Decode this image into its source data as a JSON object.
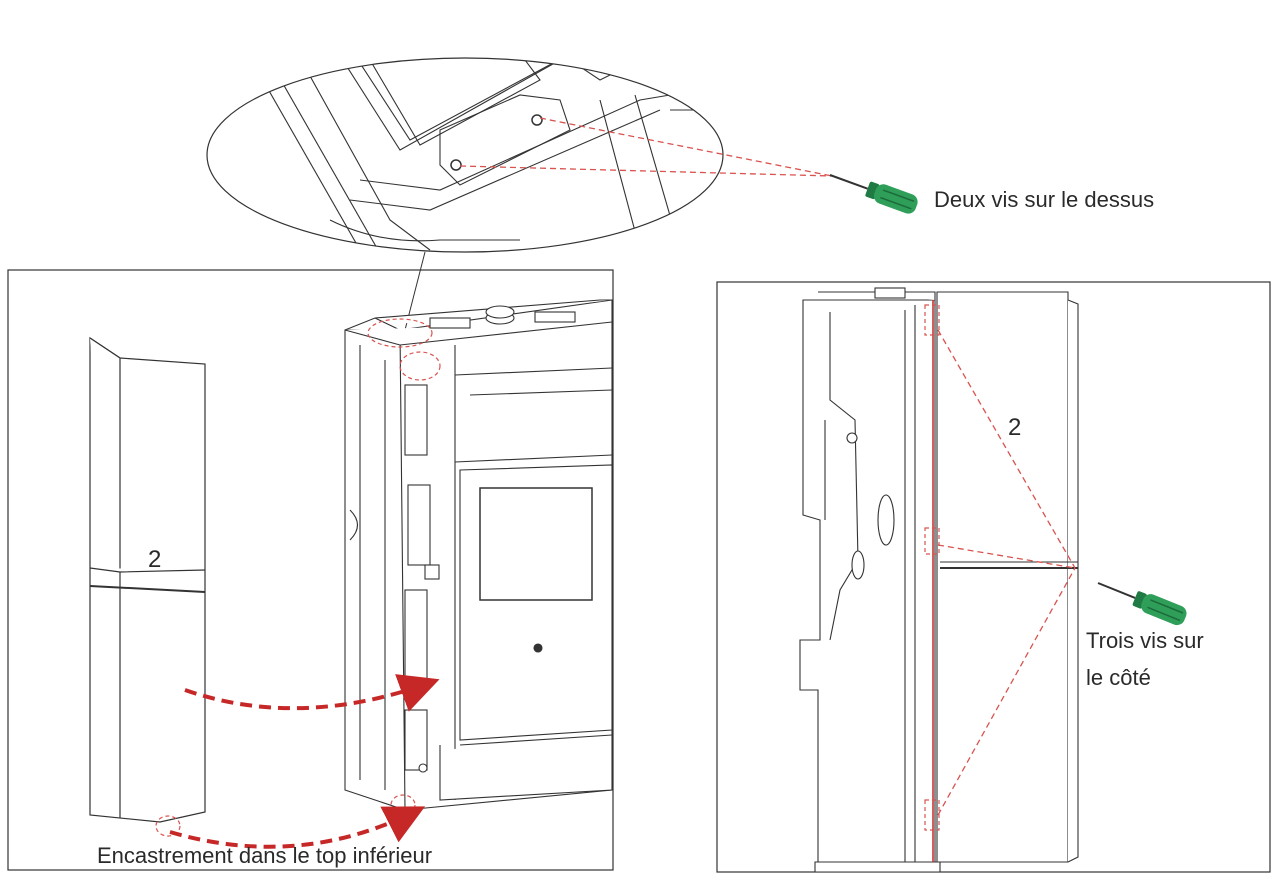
{
  "labels": {
    "top_screws": "Deux vis sur le dessus",
    "bottom_fit": "Encastrement dans le top inférieur",
    "side_screws_line1": "Trois vis sur",
    "side_screws_line2": "le côté"
  },
  "part_numbers": {
    "left_panel": "2",
    "right_panel": "2"
  },
  "colors": {
    "line": "#333333",
    "dashed_guide": "#d9534f",
    "arrow": "#c62828",
    "screwdriver_handle": "#2e9e58"
  },
  "icons": [
    "screwdriver-icon",
    "screwdriver-icon"
  ]
}
